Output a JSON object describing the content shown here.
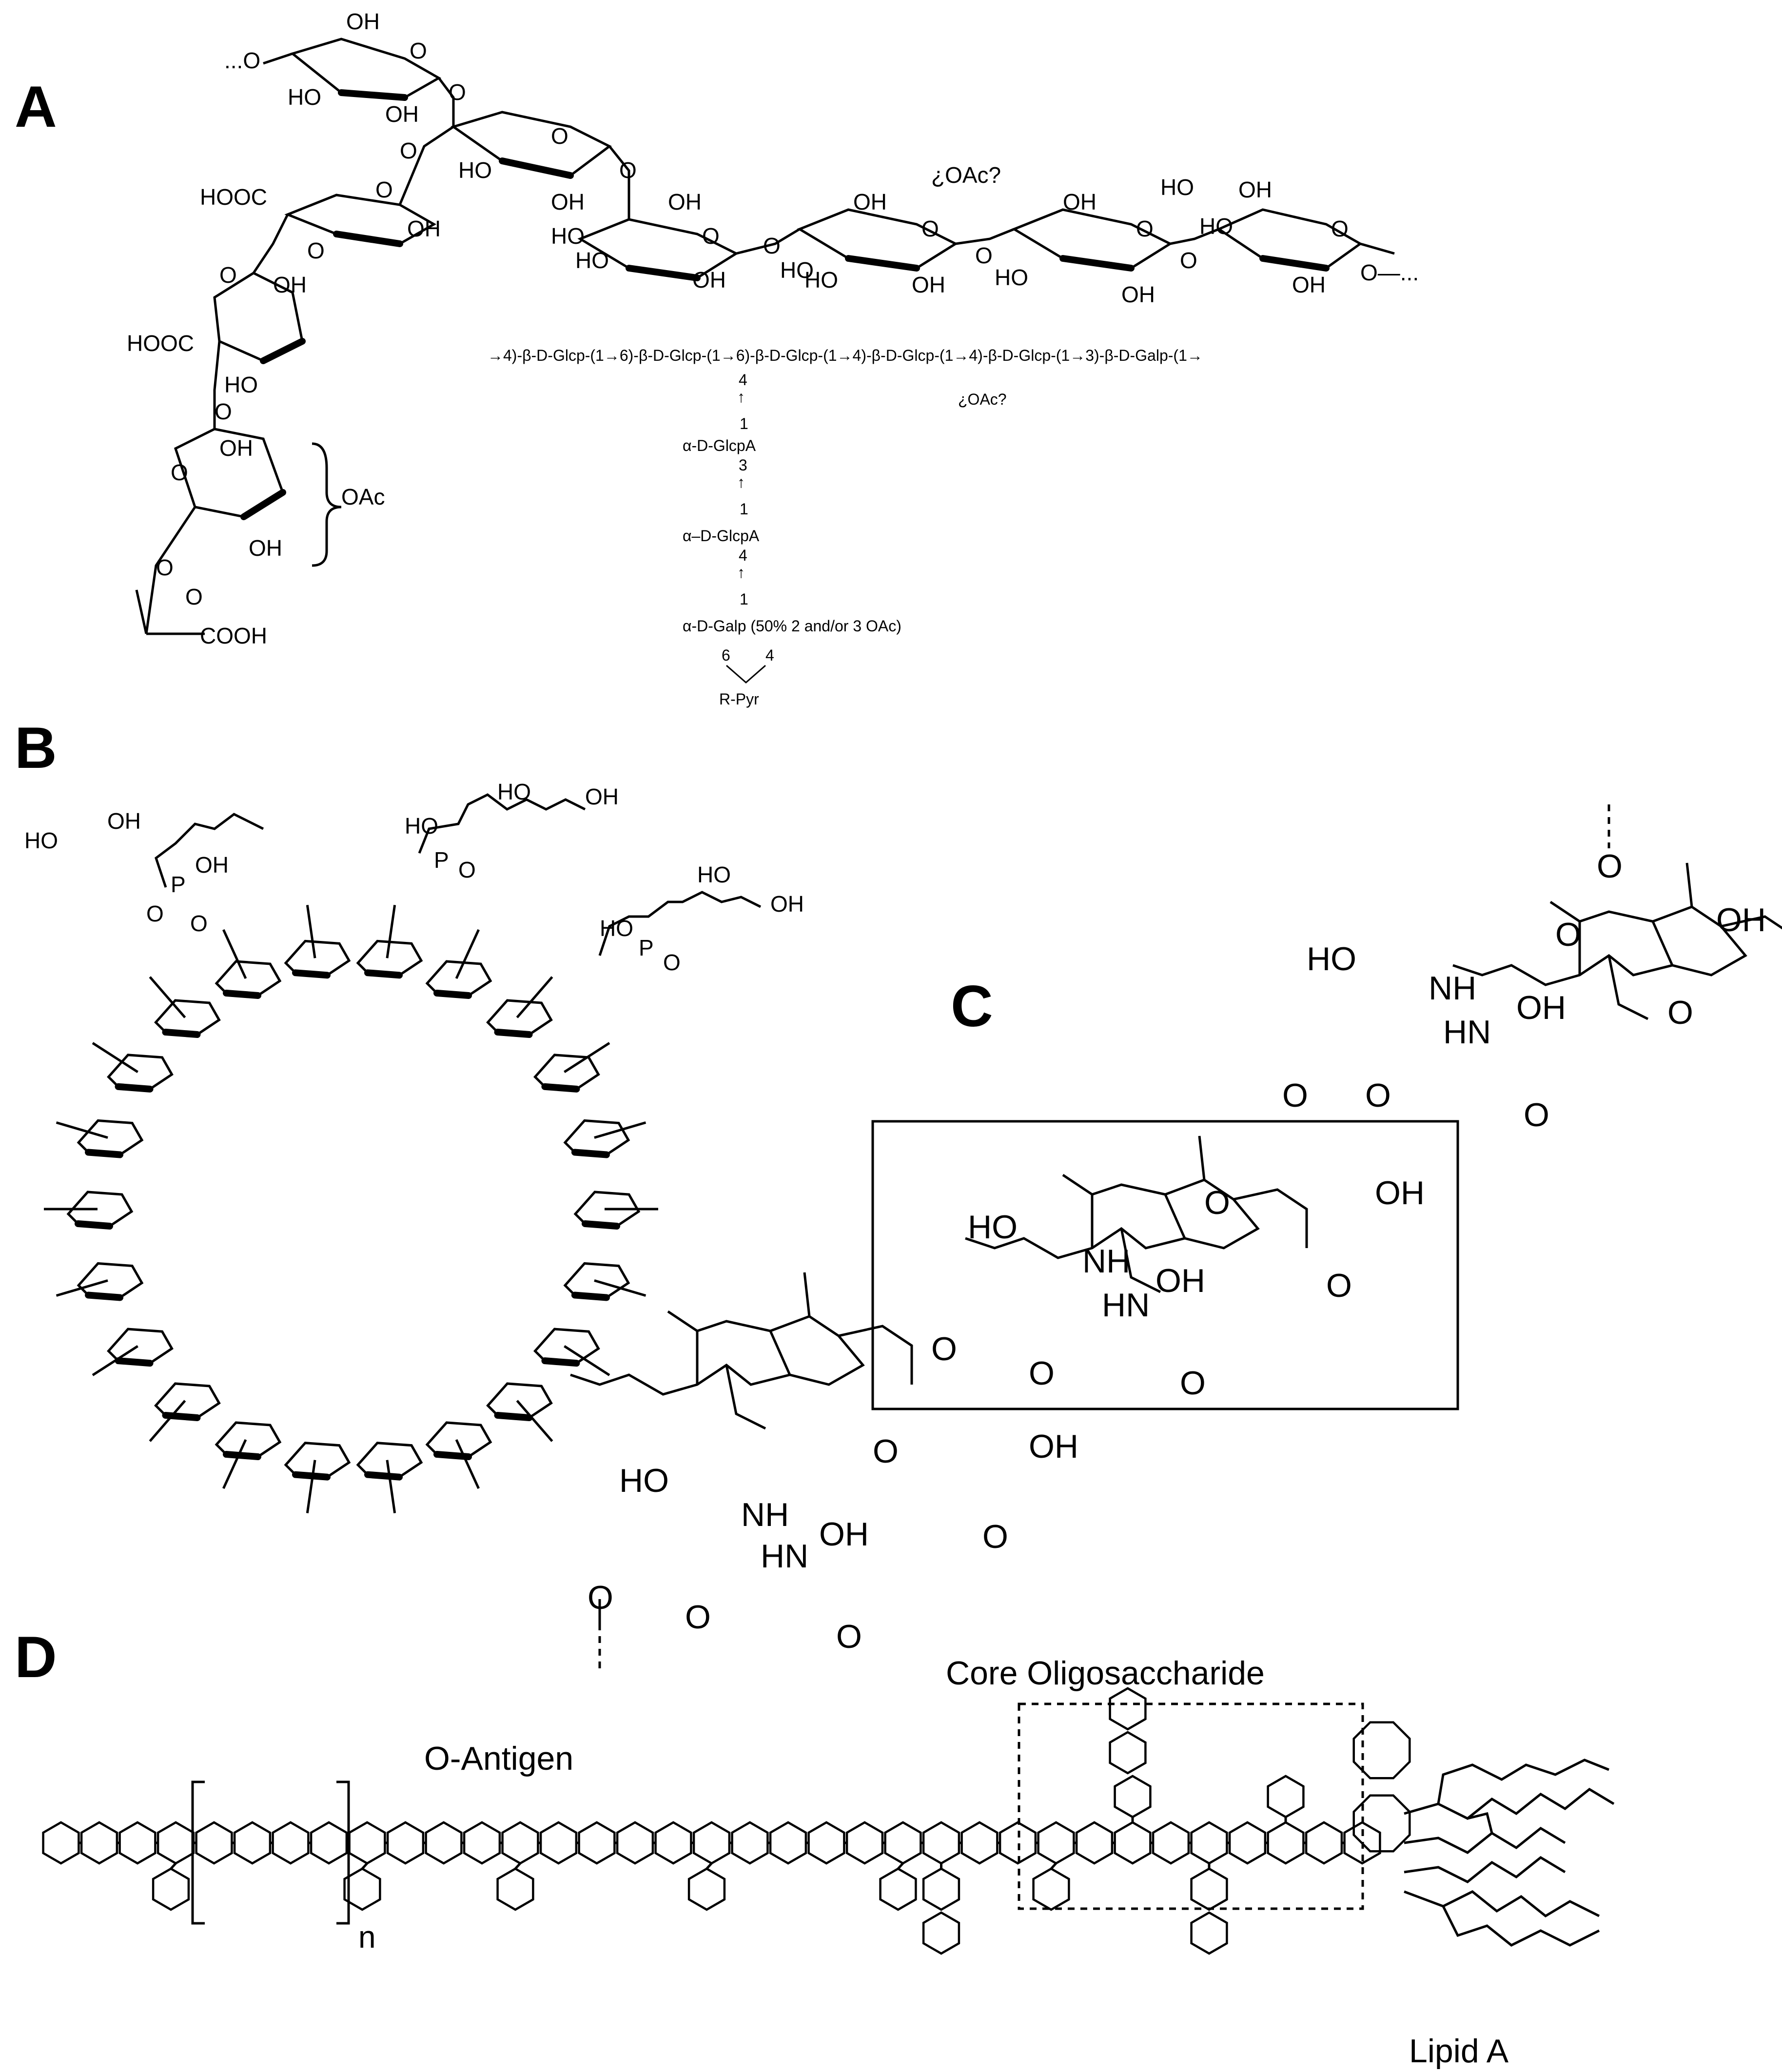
{
  "panels": {
    "a": "A",
    "b": "B",
    "c": "C",
    "d": "D"
  },
  "panel_a": {
    "atoms": {
      "oh": "OH",
      "ho": "HO",
      "hooc": "HOOC",
      "cooh": "COOH",
      "oac": "OAc",
      "oac_q": "¿OAc?",
      "o": "O",
      "o_ell": "O—...",
      "ell_o": "...O"
    },
    "backbone_sequence": "→4)-β-D-Glcp-(1→6)-β-D-Glcp-(1→6)-β-D-Glcp-(1→4)-β-D-Glcp-(1→4)-β-D-Glcp-(1→3)-β-D-Galp-(1→",
    "backbone_note": "¿OAc?",
    "side_chain": [
      {
        "pos": "4",
        "arrow": "↑",
        "link": "1",
        "residue": "α-D-GlcpA"
      },
      {
        "pos": "3",
        "arrow": "↑",
        "link": "1",
        "residue": "α–D-GlcpA"
      },
      {
        "pos": "4",
        "arrow": "↑",
        "link": "1",
        "residue": "α-D-Galp (50% 2 and/or 3 OAc)"
      }
    ],
    "pyruvate_positions": [
      "6",
      "4"
    ],
    "pyruvate_label": "R-Pyr"
  },
  "panel_b": {
    "atoms": {
      "ho": "HO",
      "oh": "OH",
      "p": "P",
      "o": "O"
    }
  },
  "panel_c": {
    "atoms": {
      "ho": "HO",
      "oh": "OH",
      "nh": "NH",
      "hn": "HN",
      "o": "O"
    }
  },
  "panel_d": {
    "o_antigen_label": "O-Antigen",
    "core_label": "Core Oligosaccharide",
    "lipid_label": "Lipid A",
    "repeat_subscript": "n"
  }
}
